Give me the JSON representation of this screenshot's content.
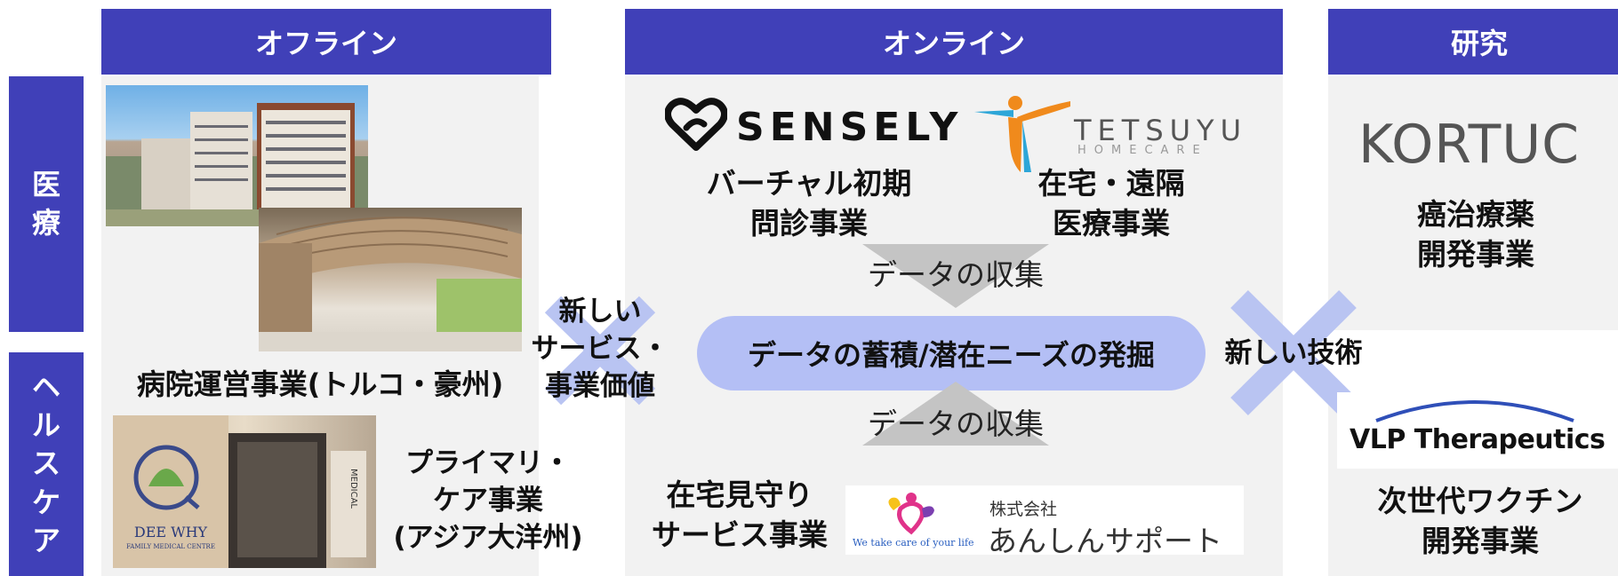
{
  "headers": {
    "offline": "オフライン",
    "online": "オンライン",
    "research": "研究"
  },
  "rows": {
    "medical": [
      "医",
      "療"
    ],
    "healthcare": [
      "ヘ",
      "ル",
      "ス",
      "ケ",
      "ア"
    ]
  },
  "offline": {
    "hospital_label": "病院運営事業(トルコ・豪州)",
    "primary_care_lines": [
      "プライマリ・",
      "ケア事業",
      "(アジア大洋州)"
    ],
    "dee_why_sign": "DEE WHY",
    "dee_why_sub": "FAMILY MEDICAL CENTRE",
    "dee_why_medical": "MEDICAL"
  },
  "center": {
    "new_service_lines": [
      "新しい",
      "サービス・",
      "事業価値"
    ],
    "data_hub": "データの蓄積/潜在ニーズの発掘",
    "data_collect_top": "データの収集",
    "data_collect_bottom": "データの収集",
    "new_tech": "新しい技術"
  },
  "online": {
    "sensely_logo": "SENSELY",
    "sensely_lines": [
      "バーチャル初期",
      "問診事業"
    ],
    "tetsuyu_logo": "TETSUYU",
    "tetsuyu_sub": "HOMECARE",
    "tetsuyu_lines": [
      "在宅・遠隔",
      "医療事業"
    ],
    "home_watch_lines": [
      "在宅見守り",
      "サービス事業"
    ],
    "anshin_company_type": "株式会社",
    "anshin_name": "あんしんサポート",
    "anshin_tagline": "We take care of your life"
  },
  "research": {
    "kortuc_logo": "KORTUC",
    "kortuc_lines": [
      "癌治療薬",
      "開発事業"
    ],
    "vlp_logo": "VLP Therapeutics",
    "vlp_lines": [
      "次世代ワクチン",
      "開発事業"
    ]
  },
  "colors": {
    "header_blue": "#4040b8",
    "hub_blue": "#b4bff5",
    "x_blue": "#b9c4f2",
    "panel_gray": "#f2f2f2",
    "arrow_gray": "#c4c4c4",
    "tetsuyu_orange": "#f08a1c",
    "tetsuyu_blue": "#2da6d8"
  }
}
